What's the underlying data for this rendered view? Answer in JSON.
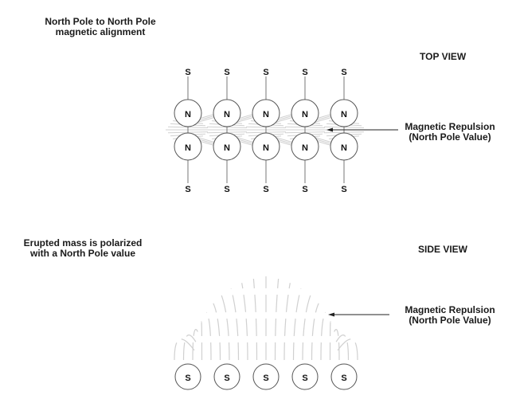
{
  "top_section": {
    "caption_line1": "North Pole to North Pole",
    "caption_line2": "magnetic alignment",
    "view_label": "TOP VIEW",
    "annotation_line1": "Magnetic Repulsion",
    "annotation_line2": "(North Pole Value)",
    "magnet_count": 5,
    "outer_pole": "S",
    "inner_pole": "N"
  },
  "side_section": {
    "caption_line1": "Erupted mass is polarized",
    "caption_line2": "with a North Pole value",
    "view_label": "SIDE VIEW",
    "annotation_line1": "Magnetic Repulsion",
    "annotation_line2": "(North Pole Value)",
    "magnet_count": 5,
    "pole": "S"
  },
  "colors": {
    "text": "#1a1a1a",
    "circle_stroke": "#555555",
    "stem": "#777777",
    "field_line": "#d0d0d0",
    "arrow": "#222222"
  }
}
